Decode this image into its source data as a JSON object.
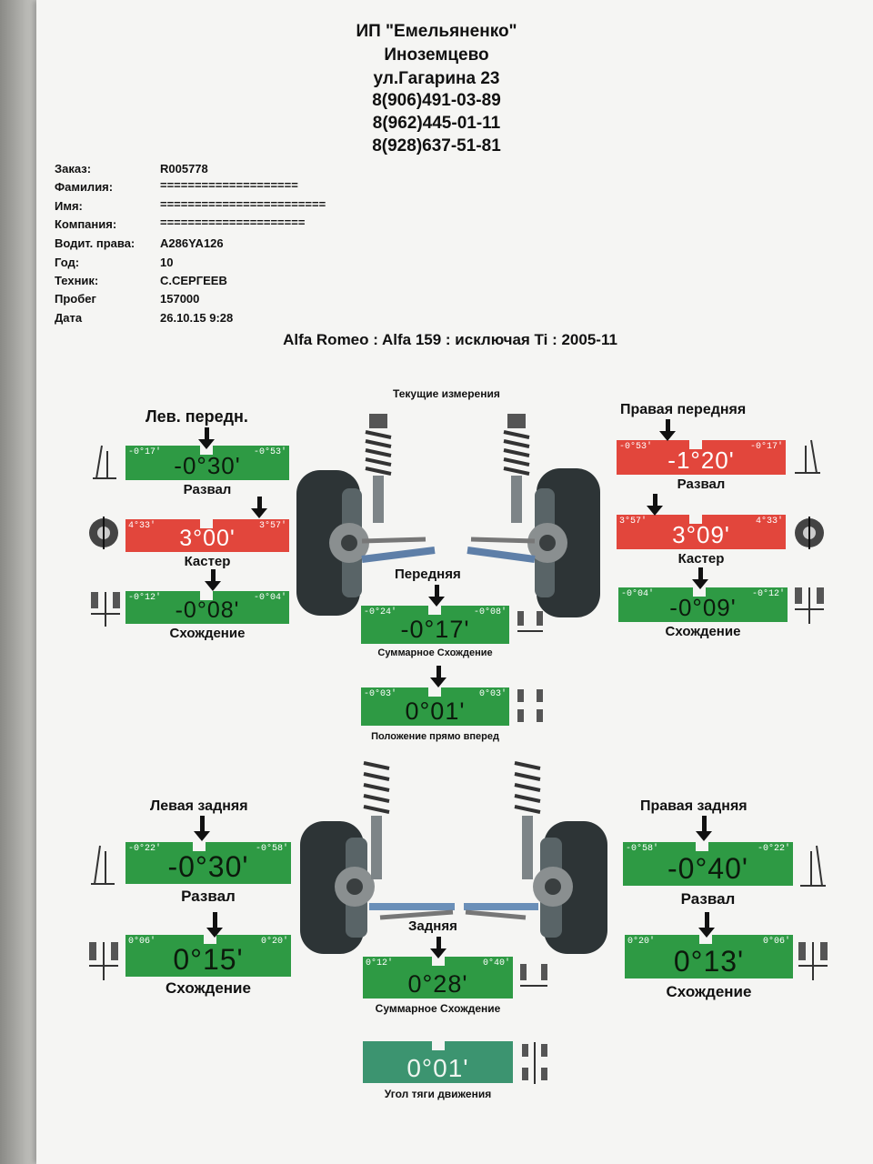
{
  "header": {
    "company": "ИП \"Емельяненко\"",
    "city": "Иноземцево",
    "street": "ул.Гагарина 23",
    "phone1": "8(906)491-03-89",
    "phone2": "8(962)445-01-11",
    "phone3": "8(928)637-51-81"
  },
  "info": [
    {
      "label": "Заказ:",
      "value": "R005778"
    },
    {
      "label": "Фамилия:",
      "value": "===================="
    },
    {
      "label": "Имя:",
      "value": "========================"
    },
    {
      "label": "Компания:",
      "value": "====================="
    },
    {
      "label": "Водит. права:",
      "value": "A286YA126"
    },
    {
      "label": "Год:",
      "value": "10"
    },
    {
      "label": "Техник:",
      "value": "С.СЕРГЕЕВ"
    },
    {
      "label": "Пробег",
      "value": "157000"
    },
    {
      "label": "Дата",
      "value": "26.10.15 9:28"
    }
  ],
  "vehicle": "Alfa Romeo : Alfa 159 : исключая Ti : 2005-11",
  "sections": {
    "current": "Текущие измерения",
    "front_left": "Лев. передн.",
    "front_right": "Правая передняя",
    "front": "Передняя",
    "rear_left": "Левая задняя",
    "rear_right": "Правая задняя",
    "rear": "Задняя"
  },
  "panels": {
    "fl_camber": {
      "min": "-0°17'",
      "max": "-0°53'",
      "value": "-0°30'",
      "label": "Развал",
      "color": "green"
    },
    "fl_caster": {
      "min": "4°33'",
      "max": "3°57'",
      "value": "3°00'",
      "label": "Кастер",
      "color": "red"
    },
    "fl_toe": {
      "min": "-0°12'",
      "max": "-0°04'",
      "value": "-0°08'",
      "label": "Схождение",
      "color": "green"
    },
    "fr_camber": {
      "min": "-0°53'",
      "max": "-0°17'",
      "value": "-1°20'",
      "label": "Развал",
      "color": "red"
    },
    "fr_caster": {
      "min": "3°57'",
      "max": "4°33'",
      "value": "3°09'",
      "label": "Кастер",
      "color": "red"
    },
    "fr_toe": {
      "min": "-0°04'",
      "max": "-0°12'",
      "value": "-0°09'",
      "label": "Схождение",
      "color": "green"
    },
    "front_total": {
      "min": "-0°24'",
      "max": "-0°08'",
      "value": "-0°17'",
      "label": "Суммарное Схождение",
      "color": "green"
    },
    "straight_ahead": {
      "min": "-0°03'",
      "max": "0°03'",
      "value": "0°01'",
      "label": "Положение прямо вперед",
      "color": "green"
    },
    "rl_camber": {
      "min": "-0°22'",
      "max": "-0°58'",
      "value": "-0°30'",
      "label": "Развал",
      "color": "green"
    },
    "rl_toe": {
      "min": "0°06'",
      "max": "0°20'",
      "value": "0°15'",
      "label": "Схождение",
      "color": "green"
    },
    "rr_camber": {
      "min": "-0°58'",
      "max": "-0°22'",
      "value": "-0°40'",
      "label": "Развал",
      "color": "green"
    },
    "rr_toe": {
      "min": "0°20'",
      "max": "0°06'",
      "value": "0°13'",
      "label": "Схождение",
      "color": "green"
    },
    "rear_total": {
      "min": "0°12'",
      "max": "0°40'",
      "value": "0°28'",
      "label": "Суммарное Схождение",
      "color": "green"
    },
    "thrust_angle": {
      "min": "",
      "max": "",
      "value": "0°01'",
      "label": "Угол тяги движения",
      "color": "teal"
    }
  },
  "colors": {
    "green": "#2e9a44",
    "red": "#e2463c",
    "teal": "#3c9470"
  }
}
